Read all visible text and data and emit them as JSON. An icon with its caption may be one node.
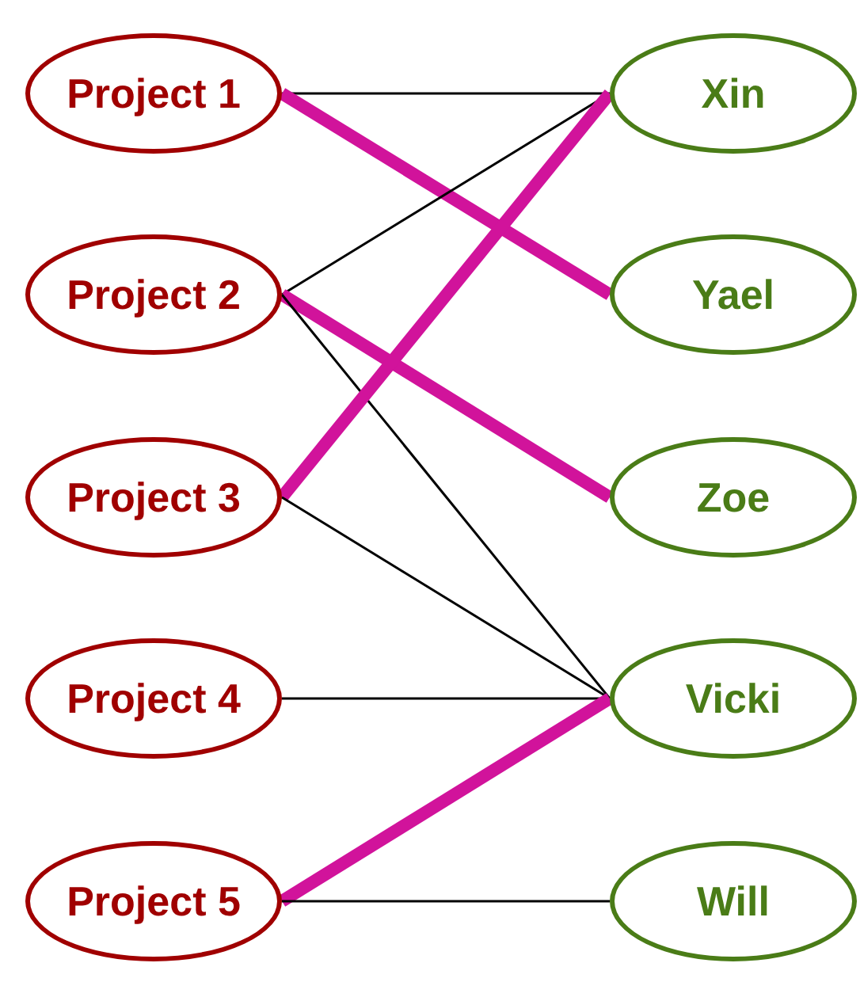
{
  "diagram": {
    "nodes": [
      {
        "text": [
          "Project 1"
        ]
      },
      {
        "text": [
          "Project 2"
        ]
      },
      {
        "text": [
          "Project 3"
        ]
      },
      {
        "text": [
          "Project 4"
        ]
      },
      {
        "text": [
          "Project 5"
        ]
      },
      {
        "text": [
          "Xin"
        ]
      },
      {
        "text": [
          "Yael"
        ]
      },
      {
        "text": [
          "Zoe"
        ]
      },
      {
        "text": [
          "Vicki"
        ]
      },
      {
        "text": [
          "Will"
        ]
      }
    ],
    "edges": [
      {
        "from": 0,
        "to": 5,
        "arrow": "none"
      },
      {
        "from": 0,
        "to": 6,
        "arrow": "none",
        "style": "thick",
        "color": "#d1139b"
      },
      {
        "from": 1,
        "to": 5,
        "arrow": "none"
      },
      {
        "from": 1,
        "to": 7,
        "arrow": "none",
        "style": "thick",
        "color": "#d1139b"
      },
      {
        "from": 1,
        "to": 8,
        "arrow": "none"
      },
      {
        "from": 2,
        "to": 5,
        "arrow": "none",
        "style": "thick",
        "color": "#d1139b"
      },
      {
        "from": 2,
        "to": 8,
        "arrow": "none"
      },
      {
        "from": 3,
        "to": 8,
        "arrow": "none"
      },
      {
        "from": 4,
        "to": 8,
        "arrow": "none",
        "style": "thick",
        "color": "#d1139b"
      },
      {
        "from": 4,
        "to": 9,
        "arrow": "none"
      }
    ]
  }
}
